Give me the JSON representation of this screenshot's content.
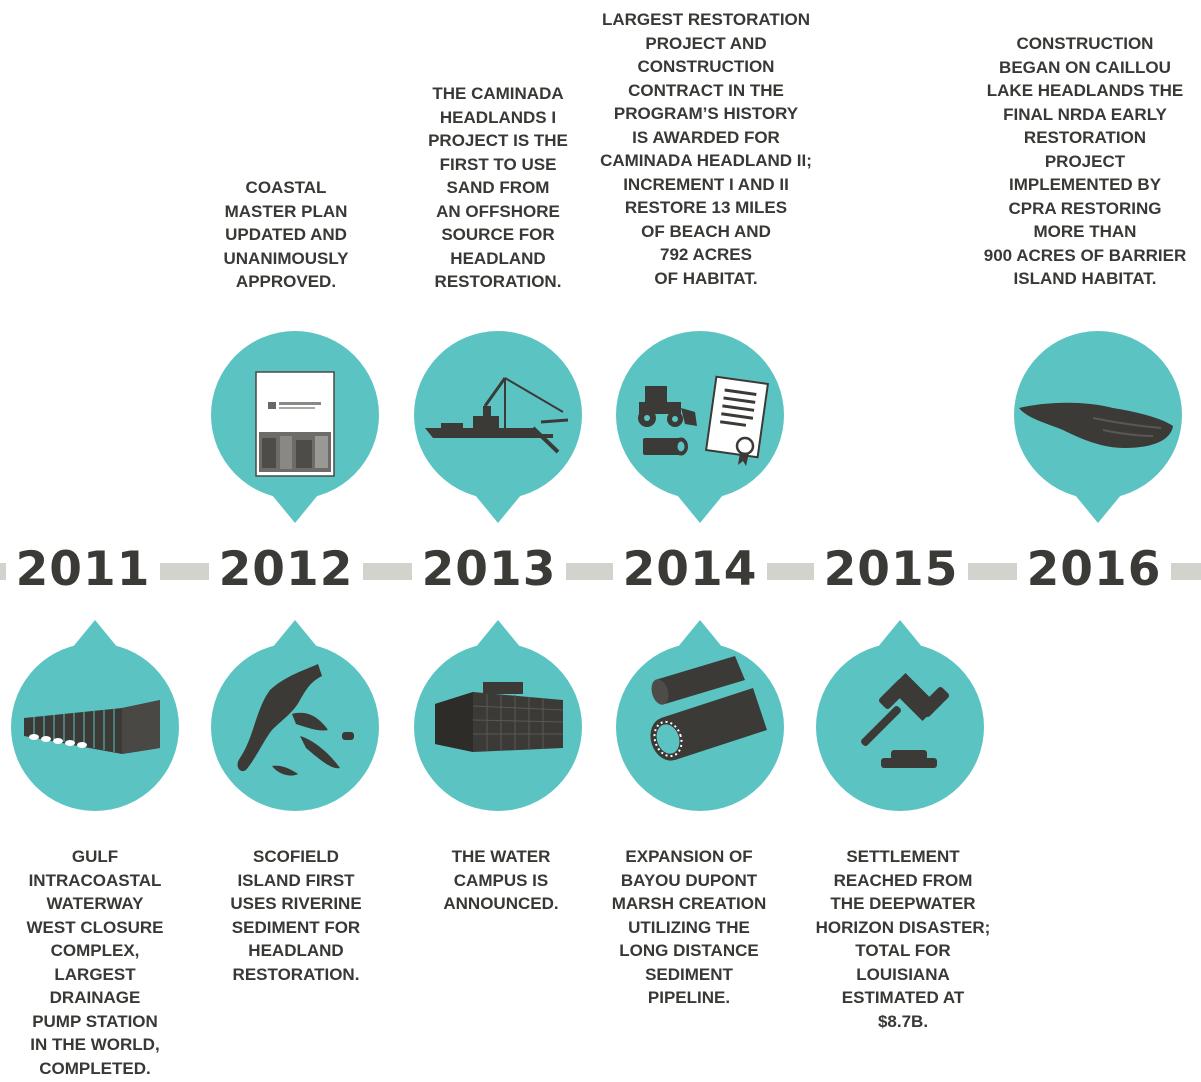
{
  "colors": {
    "teal": "#5bc4c3",
    "dark": "#3c3a36",
    "bar": "#d3d3cd"
  },
  "years": [
    "2011",
    "2012",
    "2013",
    "2014",
    "2015",
    "2016"
  ],
  "top_captions": {
    "y2012": "COASTAL\nMASTER PLAN\nUPDATED AND\nUNANIMOUSLY\nAPPROVED.",
    "y2013": "THE CAMINADA\nHEADLANDS I\nPROJECT IS THE\nFIRST TO USE\nSAND FROM\nAN OFFSHORE\nSOURCE FOR\nHEADLAND\nRESTORATION.",
    "y2014": "LARGEST RESTORATION\nPROJECT AND\nCONSTRUCTION\nCONTRACT IN THE\nPROGRAM’S HISTORY\nIS AWARDED FOR\nCAMINADA HEADLAND II;\nINCREMENT I AND II\nRESTORE 13 MILES\nOF BEACH AND\n792 ACRES\nOF HABITAT.",
    "y2016": "CONSTRUCTION\nBEGAN ON CAILLOU\nLAKE HEADLANDS THE\nFINAL NRDA EARLY\nRESTORATION\nPROJECT\nIMPLEMENTED BY\nCPRA RESTORING\nMORE THAN\n900 ACRES OF BARRIER\nISLAND HABITAT."
  },
  "bottom_captions": {
    "y2011": "GULF\nINTRACOASTAL\nWATERWAY\nWEST CLOSURE\nCOMPLEX,\nLARGEST\nDRAINAGE\nPUMP STATION\nIN THE WORLD,\nCOMPLETED.",
    "y2012": "SCOFIELD\nISLAND FIRST\nUSES RIVERINE\nSEDIMENT FOR\nHEADLAND\nRESTORATION.",
    "y2013": "THE WATER\nCAMPUS IS\nANNOUNCED.",
    "y2014": "EXPANSION OF\nBAYOU DUPONT\nMARSH CREATION\nUTILIZING THE\nLONG DISTANCE\nSEDIMENT\nPIPELINE.",
    "y2015": "SETTLEMENT\nREACHED FROM\nTHE DEEPWATER\nHORIZON DISASTER;\nTOTAL FOR\nLOUISIANA\nESTIMATED AT\n$8.7B."
  },
  "icons": {
    "y2012_top": "master-plan-document-icon",
    "y2013_top": "dredge-ship-icon",
    "y2014_top": "construction-contract-icon",
    "y2016_top": "barrier-island-icon",
    "y2011_bottom": "pump-station-icon",
    "y2012_bottom": "scofield-island-map-icon",
    "y2013_bottom": "water-campus-building-icon",
    "y2014_bottom": "sediment-pipeline-icon",
    "y2015_bottom": "gavel-icon"
  }
}
